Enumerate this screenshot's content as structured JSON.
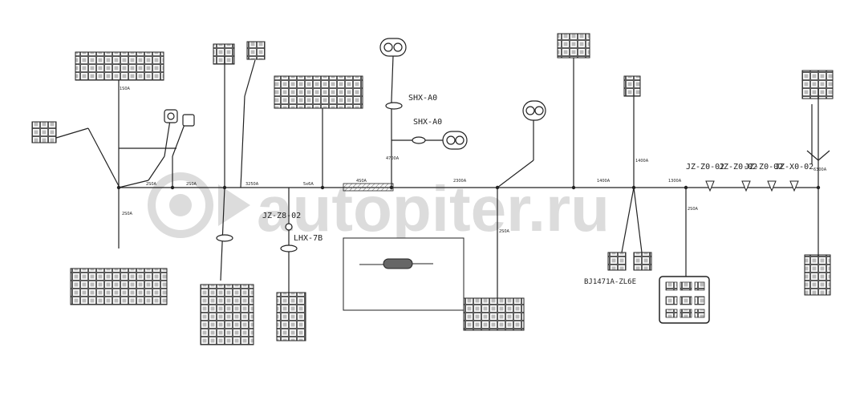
{
  "watermark": {
    "text": "autopiter.ru",
    "color": "#dcdcdc"
  },
  "colors": {
    "ink": "#222222",
    "box_fill": "#ffffff",
    "hatch": "#888888"
  },
  "connector_tags": {
    "SHX_A0": "SHX-A0",
    "SHX_A0b": "SHX-A0",
    "JZ_Z8_02": "JZ-Z8-02",
    "LHX_7B": "LHX-7B",
    "JZ_Z0_02_a": "JZ-Z0-02",
    "JZ_Z0_02_b": "JZ-Z0-02",
    "JZ_Z0_02_c": "JZ-Z0-02",
    "JZ_X0_02": "JZ-X0-02"
  },
  "part_codes": {
    "BJ1471A": "BJ1471A-ZL6E"
  },
  "wire_labels": {
    "w1": "2S0A",
    "w2": "3250A",
    "w3": "5x6A",
    "w4": "4S0A",
    "w5": "4700A",
    "w6": "2300A",
    "w7": "1400A",
    "w8": "2S0A",
    "w9": "1300A",
    "w10": "2S0A",
    "w11": "2S0A",
    "w12": "1S0A",
    "w13": "2S0A",
    "w14": "1400A",
    "w15": "6300A"
  }
}
